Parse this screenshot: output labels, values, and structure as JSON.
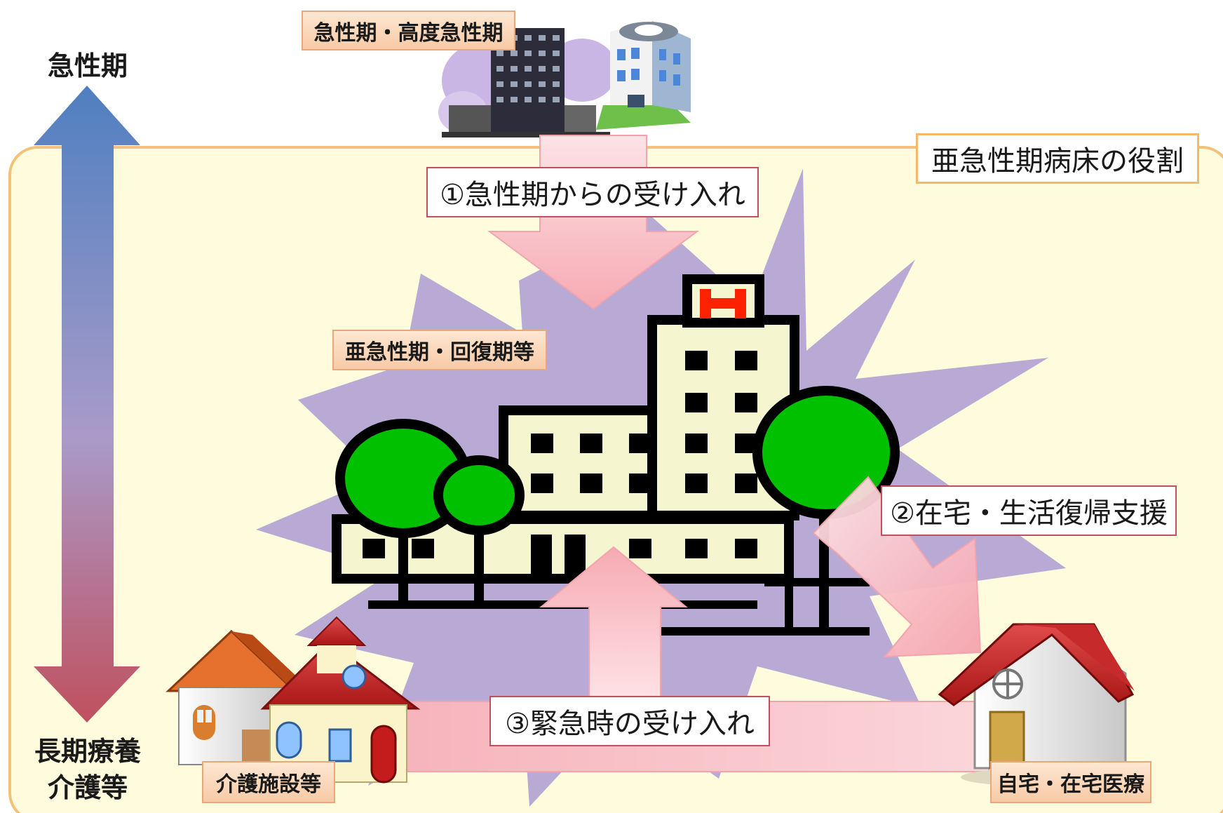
{
  "axis": {
    "top_label": "急性期",
    "bottom_label_line1": "長期療養",
    "bottom_label_line2": "介護等"
  },
  "region": {
    "title": "亜急性期病床の役割"
  },
  "facilities": {
    "acute": "急性期・高度急性期",
    "subacute": "亜急性期・回復期等",
    "care": "介護施設等",
    "home": "自宅・在宅医療"
  },
  "roles": {
    "intake_from_acute": "①急性期からの受け入れ",
    "home_return_support": "②在宅・生活復帰支援",
    "emergency_intake": "③緊急時の受け入れ"
  },
  "colors": {
    "axis_top": "#4f7fc0",
    "axis_bottom": "#c0505f",
    "region_fill": "#fffbdc",
    "region_border": "#f3c27a",
    "burst": "#b3a2d4",
    "arrow_pink": "#f8b9c0",
    "tree_green": "#00c000",
    "hospital_fill": "#f5f5cf",
    "h_red": "#ff2200"
  },
  "icons": [
    "double-arrow-icon",
    "acute-hospital-icon",
    "hospital-icon",
    "care-facility-icon",
    "home-icon"
  ]
}
